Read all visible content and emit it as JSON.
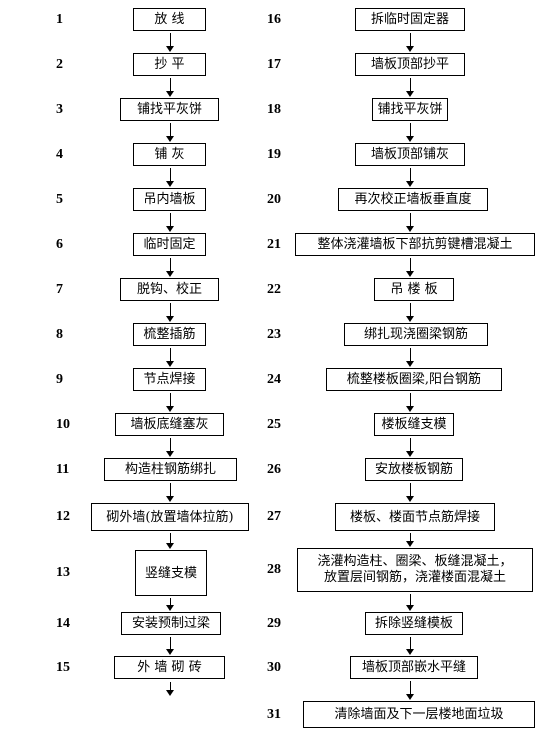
{
  "left_steps": [
    {
      "num": "1",
      "label": "放    线"
    },
    {
      "num": "2",
      "label": "抄    平"
    },
    {
      "num": "3",
      "label": "铺找平灰饼"
    },
    {
      "num": "4",
      "label": "铺    灰"
    },
    {
      "num": "5",
      "label": "吊内墙板"
    },
    {
      "num": "6",
      "label": "临时固定"
    },
    {
      "num": "7",
      "label": "脱钩、校正"
    },
    {
      "num": "8",
      "label": "梳整插筋"
    },
    {
      "num": "9",
      "label": "节点焊接"
    },
    {
      "num": "10",
      "label": "墙板底缝塞灰"
    },
    {
      "num": "11",
      "label": "构造柱钢筋绑扎"
    },
    {
      "num": "12",
      "label": "砌外墙(放置墙体拉筋)"
    },
    {
      "num": "13",
      "label": "竖缝支模"
    },
    {
      "num": "14",
      "label": "安装预制过梁"
    },
    {
      "num": "15",
      "label": "外 墙 砌 砖"
    }
  ],
  "right_steps": [
    {
      "num": "16",
      "label": "拆临时固定器"
    },
    {
      "num": "17",
      "label": "墙板顶部抄平"
    },
    {
      "num": "18",
      "label": "铺找平灰饼"
    },
    {
      "num": "19",
      "label": "墙板顶部铺灰"
    },
    {
      "num": "20",
      "label": "再次校正墙板垂直度"
    },
    {
      "num": "21",
      "label": "整体浇灌墙板下部抗剪键槽混凝土"
    },
    {
      "num": "22",
      "label": "吊    楼    板"
    },
    {
      "num": "23",
      "label": "绑扎现浇圈梁钢筋"
    },
    {
      "num": "24",
      "label": "梳整楼板圈梁,阳台钢筋"
    },
    {
      "num": "25",
      "label": "楼板缝支模"
    },
    {
      "num": "26",
      "label": "安放楼板钢筋"
    },
    {
      "num": "27",
      "label": "楼板、楼面节点筋焊接"
    },
    {
      "num": "28",
      "label": "浇灌构造柱、圈梁、板缝混凝土，\n放置层间钢筋，浇灌楼面混凝土"
    },
    {
      "num": "29",
      "label": "拆除竖缝模板"
    },
    {
      "num": "30",
      "label": "墙板顶部嵌水平缝"
    },
    {
      "num": "31",
      "label": "清除墙面及下一层楼地面垃圾"
    }
  ]
}
